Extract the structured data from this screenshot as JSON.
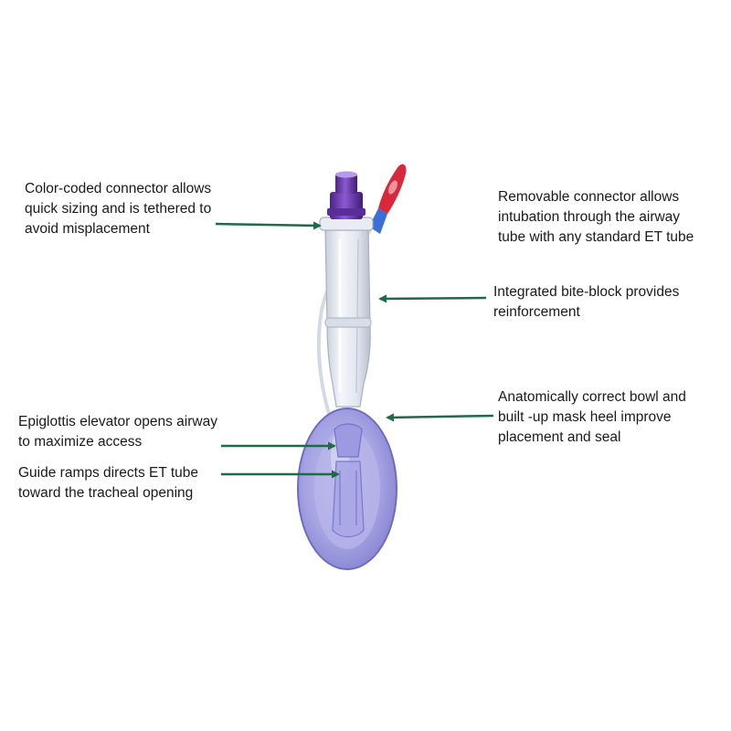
{
  "callouts": {
    "connector": "Color-coded connector allows\nquick sizing and is tethered to\navoid misplacement",
    "removable": "Removable connector allows\nintubation through the airway\ntube with any standard ET tube",
    "bite_block": "Integrated bite-block provides\nreinforcement",
    "bowl": "Anatomically correct bowl and\nbuilt -up mask heel improve\nplacement and seal",
    "epiglottis": "Epiglottis elevator opens airway\nto maximize access",
    "ramps": "Guide ramps directs ET tube\ntoward the  tracheal opening"
  },
  "colors": {
    "arrow": "#1e6b45",
    "connector": "#6a3aa8",
    "tube": "#dfe3ee",
    "mask": "#9a98dc",
    "valve_red": "#d8283c",
    "valve_blue": "#3a6ed8"
  }
}
